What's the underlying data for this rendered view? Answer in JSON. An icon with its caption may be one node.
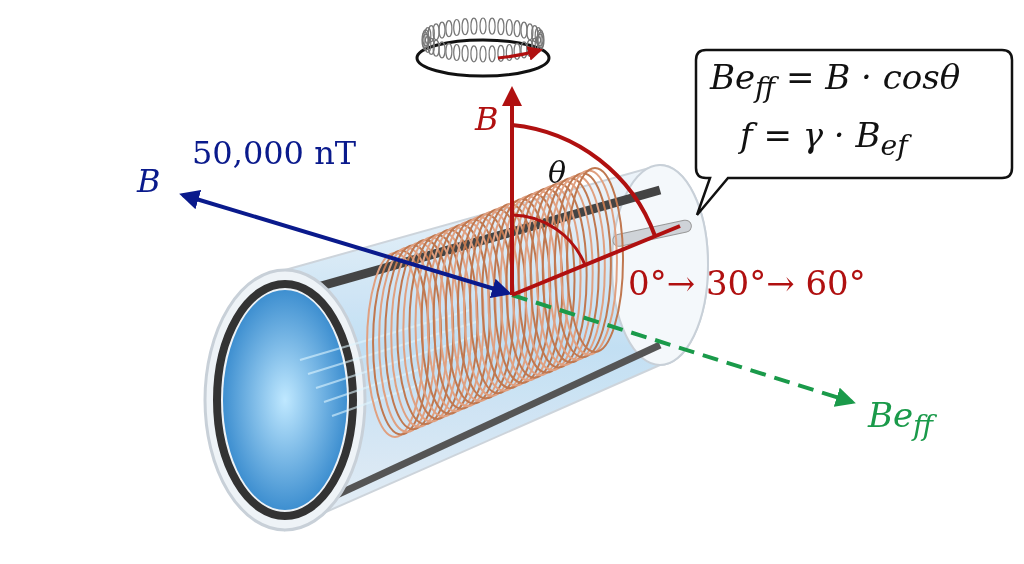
{
  "diagram": {
    "nodes": [
      {
        "text": [
          "Be$_{ff}$ = B · cosθ",
          "f = γ · B$_{ef}$"
        ]
      }
    ],
    "labels": [
      "B",
      "50,000 nT",
      "B",
      "θ",
      "0°→ 30°→ 60°",
      "Be$_{ff}$"
    ]
  }
}
